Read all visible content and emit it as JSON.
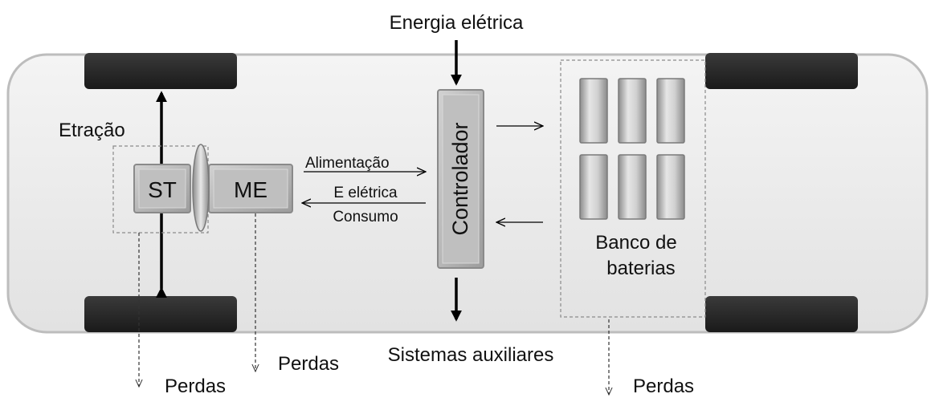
{
  "top_label": "Energia elétrica",
  "bottom_label": "Sistemas auxiliares",
  "traction_label": "Etração",
  "st_label": "ST",
  "me_label": "ME",
  "controller_label": "Controlador",
  "feed_label": "Alimentação",
  "electric_label": "E elétrica",
  "consumption_label": "Consumo",
  "battery_label_line1": "Banco de",
  "battery_label_line2": "baterias",
  "loss_label_left": "Perdas",
  "loss_label_middle": "Perdas",
  "loss_label_right": "Perdas"
}
